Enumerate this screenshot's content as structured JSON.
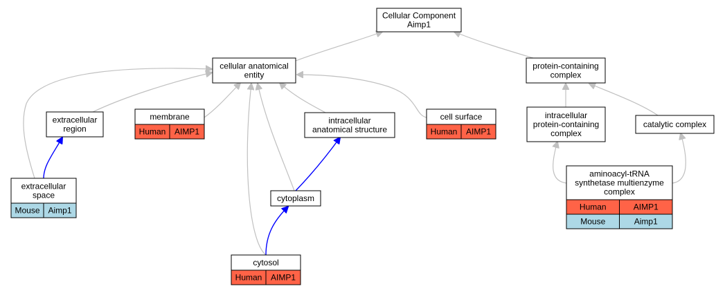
{
  "colors": {
    "human": "#ff6347",
    "mouse": "#add8e6",
    "is_a_edge": "#c0c0c0",
    "part_of_edge": "#0000ff",
    "node_border": "#000000"
  },
  "nodes": {
    "root": {
      "lines": [
        "Cellular Component",
        "Aimp1"
      ]
    },
    "cae": {
      "lines": [
        "cellular anatomical",
        "entity"
      ]
    },
    "pcc": {
      "lines": [
        "protein-containing",
        "complex"
      ]
    },
    "ecr": {
      "lines": [
        "extracellular",
        "region"
      ]
    },
    "membrane": {
      "lines": [
        "membrane"
      ],
      "annotations": [
        {
          "species": "Human",
          "gene": "AIMP1"
        }
      ]
    },
    "ias": {
      "lines": [
        "intracellular",
        "anatomical structure"
      ]
    },
    "cellsurface": {
      "lines": [
        "cell surface"
      ],
      "annotations": [
        {
          "species": "Human",
          "gene": "AIMP1"
        }
      ]
    },
    "ipcc": {
      "lines": [
        "intracellular",
        "protein-containing",
        "complex"
      ]
    },
    "catalytic": {
      "lines": [
        "catalytic complex"
      ]
    },
    "ecs": {
      "lines": [
        "extracellular",
        "space"
      ],
      "annotations": [
        {
          "species": "Mouse",
          "gene": "Aimp1"
        }
      ]
    },
    "cytoplasm": {
      "lines": [
        "cytoplasm"
      ]
    },
    "atrna": {
      "lines": [
        "aminoacyl-tRNA",
        "synthetase multienzyme",
        "complex"
      ],
      "annotations": [
        {
          "species": "Human",
          "gene": "AIMP1"
        },
        {
          "species": "Mouse",
          "gene": "Aimp1"
        }
      ]
    },
    "cytosol": {
      "lines": [
        "cytosol"
      ],
      "annotations": [
        {
          "species": "Human",
          "gene": "AIMP1"
        }
      ]
    }
  },
  "edges": [
    {
      "from": "cae",
      "to": "root",
      "relation": "is_a"
    },
    {
      "from": "pcc",
      "to": "root",
      "relation": "is_a"
    },
    {
      "from": "ecr",
      "to": "cae",
      "relation": "is_a"
    },
    {
      "from": "membrane",
      "to": "cae",
      "relation": "is_a"
    },
    {
      "from": "ias",
      "to": "cae",
      "relation": "is_a"
    },
    {
      "from": "cellsurface",
      "to": "cae",
      "relation": "is_a"
    },
    {
      "from": "ecs",
      "to": "cae",
      "relation": "is_a"
    },
    {
      "from": "cytoplasm",
      "to": "cae",
      "relation": "is_a"
    },
    {
      "from": "cytosol",
      "to": "cae",
      "relation": "is_a"
    },
    {
      "from": "ecs",
      "to": "ecr",
      "relation": "part_of"
    },
    {
      "from": "cytoplasm",
      "to": "ias",
      "relation": "part_of"
    },
    {
      "from": "cytosol",
      "to": "cytoplasm",
      "relation": "part_of"
    },
    {
      "from": "ipcc",
      "to": "pcc",
      "relation": "is_a"
    },
    {
      "from": "catalytic",
      "to": "pcc",
      "relation": "is_a"
    },
    {
      "from": "atrna",
      "to": "ipcc",
      "relation": "is_a"
    },
    {
      "from": "atrna",
      "to": "catalytic",
      "relation": "is_a"
    }
  ]
}
